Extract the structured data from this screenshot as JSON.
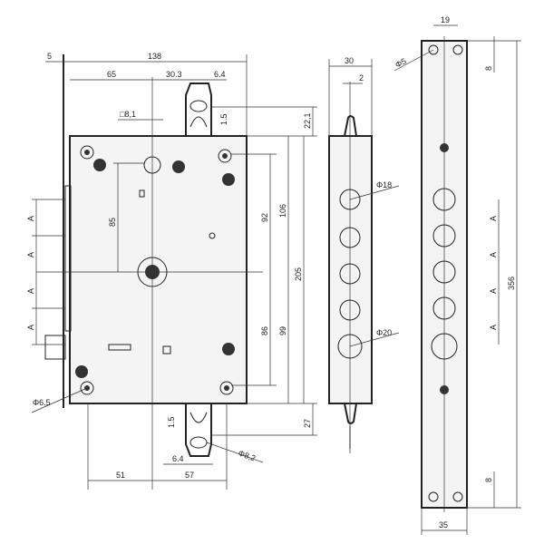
{
  "title": "Mortise lock technical drawing",
  "front_view": {
    "width_total": "138",
    "faceplate_offset": "5",
    "backset": "65",
    "hook_offset": "30.3",
    "hook_width": "6.4",
    "spindle_square": "□8,1",
    "hook_gap_top": "1.5",
    "top_hook_height": "22,1",
    "dim_85": "85",
    "dim_92": "92",
    "dim_106": "106",
    "height": "205",
    "dim_86": "86",
    "dim_99": "99",
    "bottom_hook_height": "27",
    "bolt_spacing": [
      "A",
      "A",
      "A",
      "A"
    ],
    "screw_hole": "Φ6.5",
    "hook_gap_bottom": "1.5",
    "hook_hole": "Φ8,2",
    "bottom_hook_width": "6.4",
    "dim_51": "51",
    "dim_57": "57"
  },
  "side_view": {
    "width": "30",
    "offset": "2",
    "bolt_diameter": "Φ18",
    "bolt_diameter_large": "Φ20"
  },
  "faceplate": {
    "hole_spacing": "19",
    "hole_diameter": "Φ5",
    "top_margin": "8",
    "bolt_spacing": [
      "A",
      "A",
      "A",
      "A"
    ],
    "length": "356",
    "bottom_margin": "8",
    "width": "35"
  }
}
